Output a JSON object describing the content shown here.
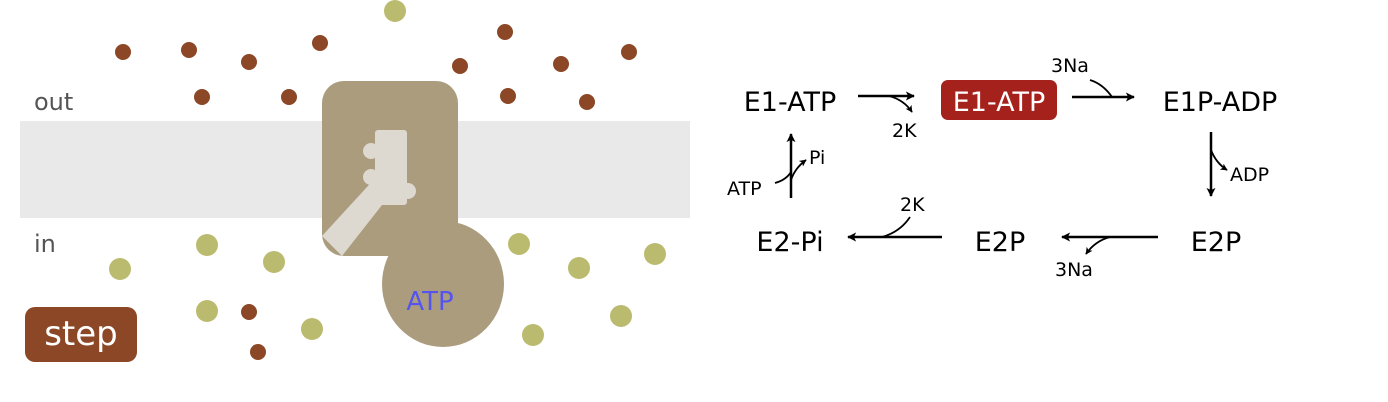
{
  "labels": {
    "out": "out",
    "in": "in",
    "step_button": "step",
    "atp_binding": "ATP"
  },
  "cycle": {
    "nodes": {
      "e1_atp": "E1-ATP",
      "e1_atp_active": "E1-ATP",
      "e1p_adp": "E1P-ADP",
      "e2p_right": "E2P",
      "e2p_middle": "E2P",
      "e2_pi": "E2-Pi"
    },
    "arrow_labels": {
      "k_release_top": "2K",
      "na_bind": "3Na",
      "adp_release": "ADP",
      "na_release": "3Na",
      "k_bind": "2K",
      "pi_release": "Pi",
      "atp_bind": "ATP"
    }
  },
  "colors": {
    "sodium": "#8b4726",
    "potassium": "#bbbb70",
    "membrane": "#e9e9e9",
    "pump_body": "#ab9c7e",
    "pump_channel": "#ddd9d0",
    "active_state": "#a5211c",
    "atp_text": "#5555ee",
    "step_button": "#8b4726",
    "text": "#555555"
  }
}
